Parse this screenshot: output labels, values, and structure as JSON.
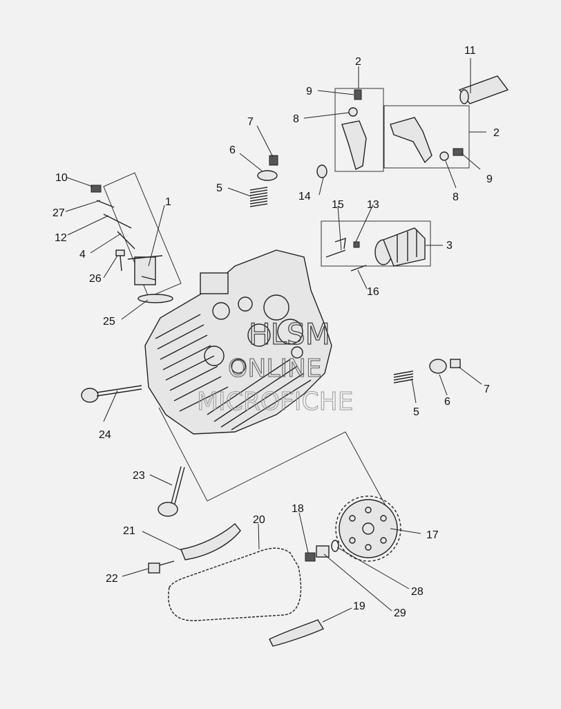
{
  "watermark": {
    "line1": "HLSM",
    "line2": "ONLINE",
    "line3": "MICROFICHE"
  },
  "callouts": [
    "1",
    "2",
    "2",
    "3",
    "4",
    "5",
    "5",
    "6",
    "6",
    "7",
    "7",
    "8",
    "8",
    "9",
    "9",
    "10",
    "11",
    "12",
    "13",
    "14",
    "15",
    "16",
    "17",
    "18",
    "19",
    "20",
    "21",
    "22",
    "23",
    "24",
    "25",
    "26",
    "27",
    "28",
    "29"
  ]
}
